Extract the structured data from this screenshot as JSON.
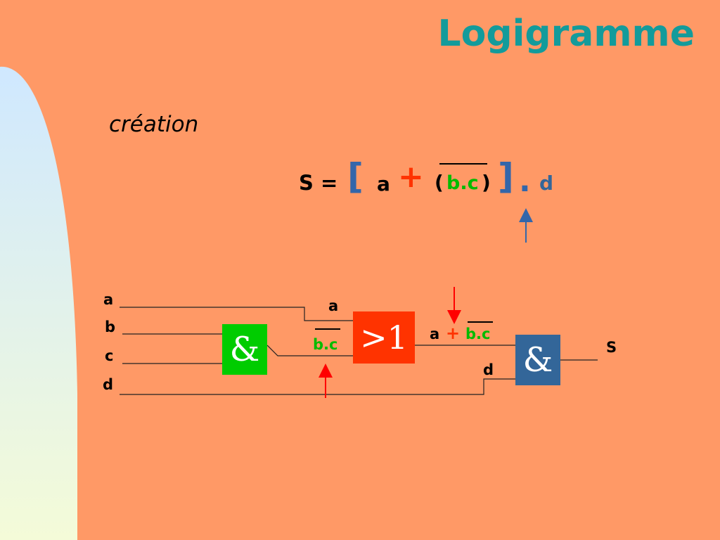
{
  "title": "Logigramme",
  "subtitle": "création",
  "colors": {
    "background": "#ff9966",
    "title": "#139b9b",
    "bracket": "#3366aa",
    "plus": "#ff3300",
    "green": "#00bb00",
    "gate_and1": "#00cc00",
    "gate_or": "#ff3300",
    "gate_and2": "#336699",
    "arrow_red": "#ff0000",
    "arrow_blue": "#3366aa"
  },
  "equation": {
    "lhs": "S =",
    "open_bracket": "[",
    "term_a": "a",
    "plus": "+",
    "open_paren": "(",
    "bc": "b.c",
    "close_paren": ")",
    "close_bracket": "]",
    "dot": ".",
    "term_d": "d"
  },
  "inputs": {
    "a": "a",
    "b": "b",
    "c": "c",
    "d": "d"
  },
  "gates": {
    "and1": "&",
    "or": ">1",
    "and2": "&"
  },
  "wire_labels": {
    "a": "a",
    "bc": "b.c",
    "a_sum": "a",
    "sum_plus": "+",
    "sum_bc": "b.c",
    "d": "d",
    "output": "S"
  }
}
